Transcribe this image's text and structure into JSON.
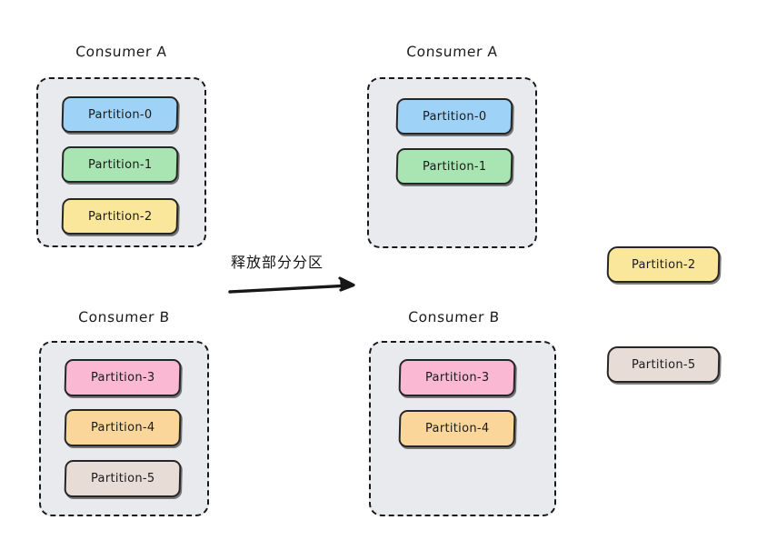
{
  "diagram": {
    "title_font_note": "",
    "transition": {
      "label": "释放部分分区",
      "arrow_name": "rightwards-arrow"
    },
    "colors": {
      "container_fill": "#e9eaee",
      "container_stroke": "#17181a",
      "chip_stroke": "#262626",
      "partition_0": "#9ed2f7",
      "partition_1": "#a9e5b2",
      "partition_2": "#fbe79b",
      "partition_3": "#fab8d3",
      "partition_4": "#fbd69b",
      "partition_5": "#e7ddd6"
    },
    "before": {
      "consumer_a": {
        "title": "Consumer A",
        "partitions": [
          {
            "label": "Partition-0",
            "color": "#9ed2f7"
          },
          {
            "label": "Partition-1",
            "color": "#a9e5b2"
          },
          {
            "label": "Partition-2",
            "color": "#fbe79b"
          }
        ]
      },
      "consumer_b": {
        "title": "Consumer B",
        "partitions": [
          {
            "label": "Partition-3",
            "color": "#fab8d3"
          },
          {
            "label": "Partition-4",
            "color": "#fbd69b"
          },
          {
            "label": "Partition-5",
            "color": "#e7ddd6"
          }
        ]
      }
    },
    "after": {
      "consumer_a": {
        "title": "Consumer A",
        "partitions": [
          {
            "label": "Partition-0",
            "color": "#9ed2f7"
          },
          {
            "label": "Partition-1",
            "color": "#a9e5b2"
          }
        ]
      },
      "consumer_b": {
        "title": "Consumer B",
        "partitions": [
          {
            "label": "Partition-3",
            "color": "#fab8d3"
          },
          {
            "label": "Partition-4",
            "color": "#fbd69b"
          }
        ]
      },
      "released": [
        {
          "label": "Partition-2",
          "color": "#fbe79b"
        },
        {
          "label": "Partition-5",
          "color": "#e7ddd6"
        }
      ]
    }
  }
}
